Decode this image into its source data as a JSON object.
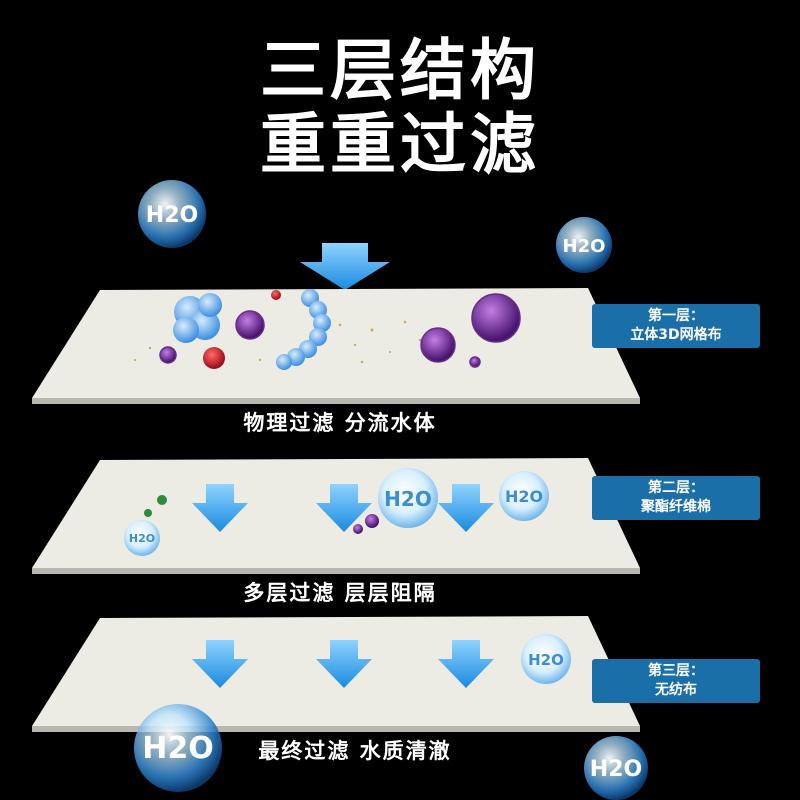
{
  "title": {
    "line1": "三层结构",
    "line2": "重重过滤"
  },
  "layers": [
    {
      "label_line1": "第一层：",
      "label_line2": "立体3D网格布",
      "caption": "物理过滤  分流水体"
    },
    {
      "label_line1": "第二层：",
      "label_line2": "聚酯纤维棉",
      "caption": "多层过滤  层层阻隔"
    },
    {
      "label_line1": "第三层：",
      "label_line2": "无纺布",
      "caption": "最终过滤  水质清澈"
    }
  ],
  "bubbles": {
    "text": "H2O"
  },
  "colors": {
    "background": "#000000",
    "label_box": "#1b6fa8",
    "arrow": "#2a9be0",
    "sheet": "#ecebe4"
  }
}
